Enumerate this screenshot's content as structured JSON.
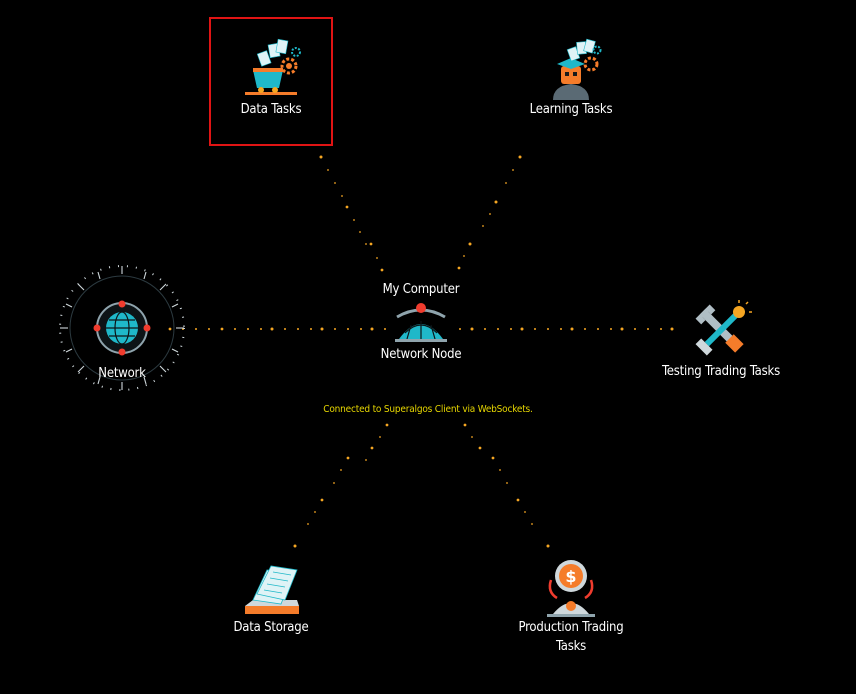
{
  "center": {
    "title": "My Computer",
    "node_label": "Network Node",
    "status": "Connected to Superalgos Client via WebSockets."
  },
  "nodes": {
    "data_tasks": "Data Tasks",
    "learning_tasks": "Learning Tasks",
    "network": "Network",
    "testing_trading_tasks": "Testing Trading Tasks",
    "data_storage": "Data Storage",
    "production_trading_tasks": "Production Trading Tasks"
  },
  "icons": {
    "data_tasks": "data-mine-cart-icon",
    "learning_tasks": "learning-robot-icon",
    "network": "network-globe-icon",
    "testing_trading_tasks": "testing-tools-icon",
    "data_storage": "data-storage-icon",
    "production_trading_tasks": "dollar-exchange-icon",
    "network_node": "network-node-dome-icon"
  },
  "colors": {
    "background": "#000000",
    "connector_dots": "#f5a623",
    "selection": "#e01414",
    "status_text": "#e6d600",
    "icon_teal": "#1fb8c9",
    "icon_orange": "#f57c2a"
  }
}
